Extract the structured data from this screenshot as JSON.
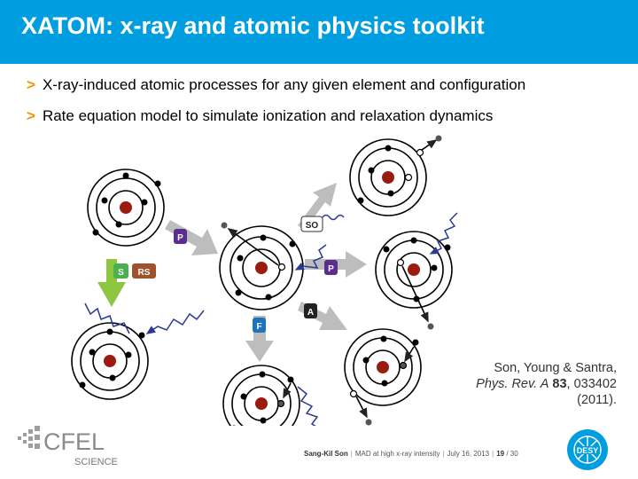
{
  "header": {
    "title": "XATOM: x-ray and atomic physics toolkit"
  },
  "bullets": [
    {
      "marker": ">",
      "text": "X-ray-induced atomic processes for any given element and configuration"
    },
    {
      "marker": ">",
      "text": "Rate equation model to simulate ionization and relaxation dynamics"
    }
  ],
  "diagram": {
    "labels": {
      "photo": "P",
      "shake": "S",
      "relaxshake": "RS",
      "shakeoff": "SO",
      "photo2": "P",
      "auger": "A",
      "fluor": "F"
    },
    "colors": {
      "photo": "#5b2d8e",
      "shake": "#4caf50",
      "relaxshake": "#a0522d",
      "auger": "#222222",
      "fluor": "#1e73be",
      "shakeoff": "#ffffff",
      "nucleus": "#9b1b10",
      "photon": "#2b3990",
      "arrow": "#bdbdbd"
    }
  },
  "reference": {
    "authors": "Son, Young & Santra,",
    "journal": "Phys. Rev. A",
    "volume": "83",
    "article": ", 033402",
    "year": "(2011)."
  },
  "footer": {
    "author": "Sang-Kil Son",
    "event": "MAD at high x-ray intensity",
    "date": "July 16, 2013",
    "page": "19",
    "total": "/ 30"
  },
  "logos": {
    "cfel_top": "CFEL",
    "cfel_bottom": "SCIENCE",
    "desy": "DESY"
  }
}
